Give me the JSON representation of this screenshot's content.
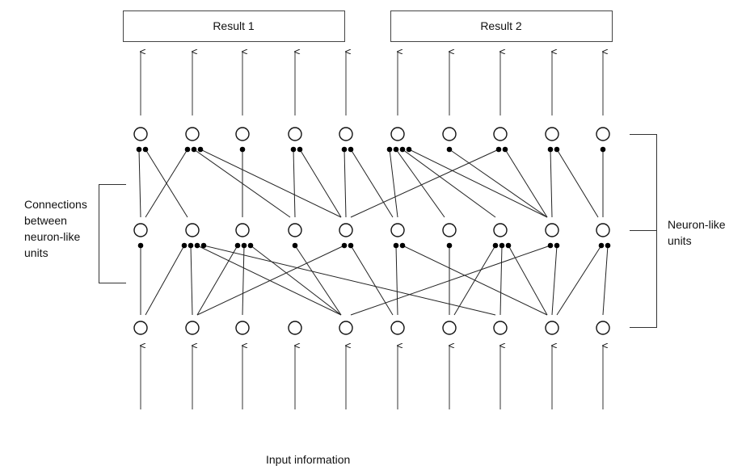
{
  "result_boxes": [
    {
      "label": "Result 1"
    },
    {
      "label": "Result 2"
    }
  ],
  "left_bracket_label": [
    "Connections",
    "between",
    "neuron-like",
    "units"
  ],
  "right_bracket_label": [
    "Neuron-like",
    "units"
  ],
  "bottom_label": "Input information",
  "layers": {
    "columns": 10,
    "rows": [
      "top",
      "middle",
      "bottom"
    ]
  },
  "connections": {
    "top": [
      {
        "from": 0,
        "to": 0
      },
      {
        "from": 1,
        "to": 0
      },
      {
        "from": 0,
        "to": 1
      },
      {
        "from": 3,
        "to": 1
      },
      {
        "from": 4,
        "to": 1
      },
      {
        "from": 2,
        "to": 2
      },
      {
        "from": 3,
        "to": 3
      },
      {
        "from": 4,
        "to": 3
      },
      {
        "from": 4,
        "to": 4
      },
      {
        "from": 5,
        "to": 4
      },
      {
        "from": 5,
        "to": 5
      },
      {
        "from": 6,
        "to": 5
      },
      {
        "from": 7,
        "to": 5
      },
      {
        "from": 8,
        "to": 5
      },
      {
        "from": 8,
        "to": 6
      },
      {
        "from": 4,
        "to": 7
      },
      {
        "from": 8,
        "to": 7
      },
      {
        "from": 8,
        "to": 8
      },
      {
        "from": 9,
        "to": 8
      },
      {
        "from": 9,
        "to": 9
      }
    ],
    "bottom": [
      {
        "from": 0,
        "to": 0
      },
      {
        "from": 0,
        "to": 1
      },
      {
        "from": 1,
        "to": 1
      },
      {
        "from": 4,
        "to": 1
      },
      {
        "from": 7,
        "to": 1
      },
      {
        "from": 1,
        "to": 2
      },
      {
        "from": 2,
        "to": 2
      },
      {
        "from": 4,
        "to": 2
      },
      {
        "from": 4,
        "to": 3
      },
      {
        "from": 1,
        "to": 4
      },
      {
        "from": 5,
        "to": 4
      },
      {
        "from": 5,
        "to": 5
      },
      {
        "from": 8,
        "to": 5
      },
      {
        "from": 6,
        "to": 6
      },
      {
        "from": 6,
        "to": 7
      },
      {
        "from": 7,
        "to": 7
      },
      {
        "from": 8,
        "to": 7
      },
      {
        "from": 4,
        "to": 8
      },
      {
        "from": 8,
        "to": 8
      },
      {
        "from": 8,
        "to": 9
      },
      {
        "from": 9,
        "to": 9
      }
    ]
  }
}
